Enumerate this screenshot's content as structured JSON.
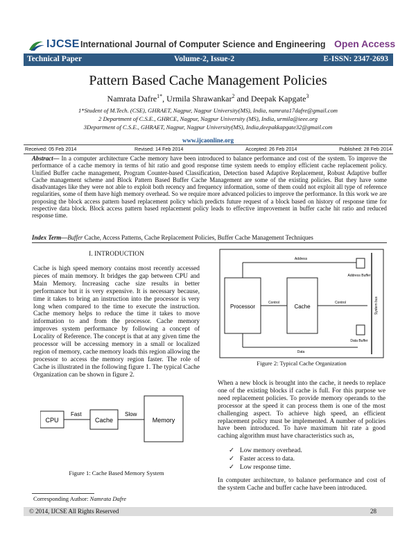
{
  "header": {
    "logo_text": "IJCSE",
    "journal_title": "International Journal of Computer Science and Engineering",
    "open_access": "Open Access",
    "paper_type": "Technical Paper",
    "volume": "Volume-2, Issue-2",
    "eissn": "E-ISSN: 2347-2693"
  },
  "title": "Pattern Based Cache Management Policies",
  "authors": {
    "a1": "Namrata Dafre",
    "a1_sup": "1*",
    "sep": ", ",
    "a2": "Urmila Shrawankar",
    "a2_sup": "2",
    "and": " and ",
    "a3": "Deepak Kapgate",
    "a3_sup": "3"
  },
  "affiliations": [
    "1*Student of M.Tech. (CSE), GHRAET, Nagpur, Nagpur University(MS), India, namrata17dafre@gmail.com",
    "2 Department of C.S.E., GHRCE, Nagpur, Nagpur University (MS), India, urmila@ieee.org",
    "3Department of C.S.E., GHRAET, Nagpur, Nagpur University(MS), India,deepakkapgate32@gmail.com"
  ],
  "website": "www.ijcaonline.org",
  "dates": {
    "received": "Received: 05 Feb 2014",
    "revised": "Revised: 14 Feb 2014",
    "accepted": "Accepted: 26 Feb 2014",
    "published": "Published: 28 Feb 2014"
  },
  "abstract": {
    "label": "Abstract—",
    "text": " In a computer architecture Cache memory have been introduced to balance performance and cost of the system. To improve the performance of a cache memory in terms of hit ratio and good response time system needs to employ efficient cache replacement policy. Unified Buffer cache management, Program Counter-based Classification, Detection based Adaptive Replacement, Robust Adaptive buffer Cache management scheme and Block Pattern Based Buffer Cache Management are some of the existing policies. But they have some disadvantages like they were not able to exploit both recency and frequency information, some of them could not exploit all type of reference regularities, some of them have high memory overhead. So we require more advanced policies to improve the performance. In this work we are proposing the block access pattern based replacement policy which predicts future request of a block based on history of response time for respective data block. Block access pattern based replacement policy leads to effective improvement in buffer cache hit ratio and reduced response time."
  },
  "index_terms": {
    "label": "Index Term—",
    "first": "Buffer",
    "rest": " Cache, Access Patterns, Cache Replacement Policies, Buffer Cache Management Techniques"
  },
  "section1": {
    "heading": "I.        INTRODUCTION",
    "para": "Cache is high speed memory contains most recently accessed pieces of main memory. It bridges the gap between CPU and Main Memory. Increasing cache size results in better performance but it is very expensive. It is necessary because, time it takes to bring an instruction into the processor is very long when compared to the time to execute the instruction. Cache memory helps to reduce the time it takes to move information to and from the processor. Cache memory improves system performance by following a concept of Locality of Reference. The concept is that at any given time the processor will be accessing memory in a small or localized region of memory, cache memory loads this region allowing the processor to access the memory region faster. The role of Cache is illustrated in the following figure 1. The typical Cache Organization can be shown in figure 2."
  },
  "figure1": {
    "cpu": "CPU",
    "fast": "Fast",
    "cache": "Cache",
    "slow": "Slow",
    "memory": "Memory",
    "caption": "Figure 1: Cache Based Memory System"
  },
  "figure2": {
    "processor": "Processor",
    "cache": "Cache",
    "control1": "Control",
    "control2": "Control",
    "address_top": "Address",
    "address_buffer": "Address Buffer",
    "data_buffer": "Data Buffer",
    "data_bottom": "Data",
    "system_bus": "System bus",
    "caption": "Figure 2: Typical Cache Organization"
  },
  "right_col": {
    "para1": "When a new block is brought into the cache, it needs to replace one of the existing blocks if cache is full. For this purpose we need replacement policies. To provide memory operands to the processor at the speed it can process them is one of the most challenging aspect. To achieve high speed, an efficient replacement policy must be implemented. A number of policies have been introduced. To have maximum hit rate a good caching algorithm must have characteristics such as,",
    "bullets": [
      "Low memory overhead.",
      "Faster access to data.",
      "Low response time."
    ],
    "para2": "In computer architecture, to balance performance and cost of the system Cache and buffer cache have been introduced."
  },
  "footnote": {
    "label": "Corresponding Author: ",
    "name": "Namrata Dafre"
  },
  "footer": {
    "copyright": "© 2014, IJCSE All Rights Reserved",
    "page": "28"
  },
  "colors": {
    "banner": "#2f5a83",
    "logo": "#1c4f8a",
    "open_access": "#7b3a86"
  }
}
